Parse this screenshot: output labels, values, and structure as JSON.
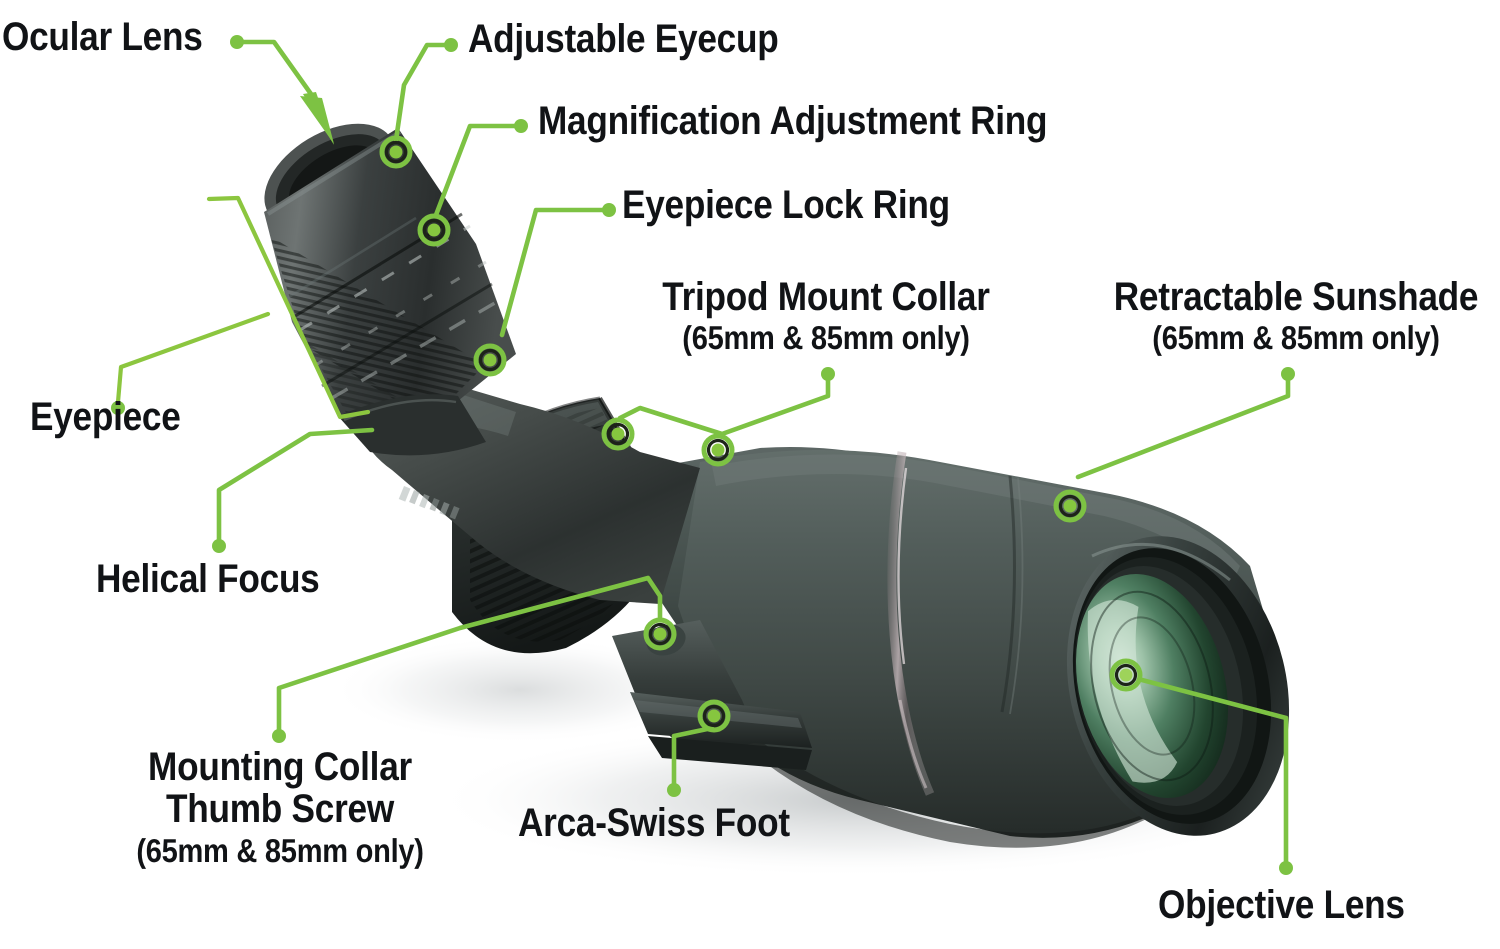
{
  "diagram": {
    "subject": "Spotting scope labeled parts diagram",
    "accent_color": "#7dc243",
    "label_color": "#111316",
    "background_color": "#ffffff",
    "body_color": "#4a5450",
    "lens_color": "#2f5a43"
  },
  "callouts": [
    {
      "id": "ocular-lens",
      "main": "Ocular Lens",
      "sub": "",
      "leader": "arrow"
    },
    {
      "id": "adjustable-eyecup",
      "main": "Adjustable Eyecup",
      "sub": "",
      "leader": "dot"
    },
    {
      "id": "magnification-adjustment-ring",
      "main": "Magnification Adjustment Ring",
      "sub": "",
      "leader": "dot"
    },
    {
      "id": "eyepiece-lock-ring",
      "main": "Eyepiece Lock Ring",
      "sub": "",
      "leader": "dot"
    },
    {
      "id": "eyepiece",
      "main": "Eyepiece",
      "sub": "",
      "leader": "bracket"
    },
    {
      "id": "tripod-mount-collar",
      "main": "Tripod Mount Collar",
      "sub": "(65mm & 85mm only)",
      "leader": "dot"
    },
    {
      "id": "retractable-sunshade",
      "main": "Retractable Sunshade",
      "sub": "(65mm & 85mm only)",
      "leader": "dot"
    },
    {
      "id": "helical-focus",
      "main": "Helical Focus",
      "sub": "",
      "leader": "dot"
    },
    {
      "id": "mounting-collar-thumb-screw",
      "main_line1": "Mounting Collar",
      "main_line2": "Thumb Screw",
      "sub": "(65mm & 85mm only)",
      "leader": "dot"
    },
    {
      "id": "arca-swiss-foot",
      "main": "Arca-Swiss Foot",
      "sub": "",
      "leader": "dot"
    },
    {
      "id": "objective-lens",
      "main": "Objective Lens",
      "sub": "",
      "leader": "dot"
    }
  ]
}
